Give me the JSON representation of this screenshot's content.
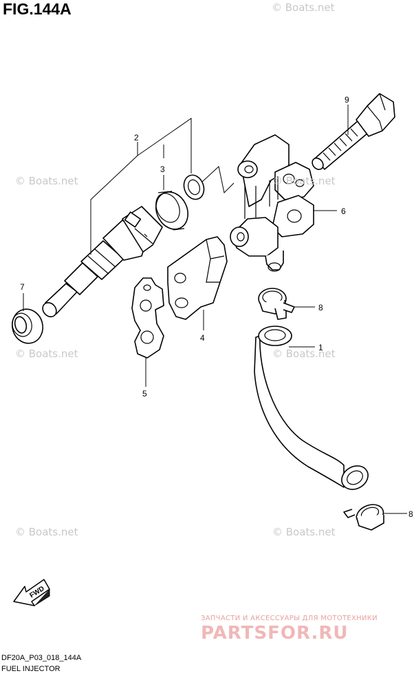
{
  "header": {
    "title": "FIG.144A"
  },
  "footer": {
    "code": "DF20A_P03_018_144A",
    "name": "FUEL INJECTOR"
  },
  "watermark": {
    "text": "© Boats.net"
  },
  "arrow": {
    "label": "FWD"
  },
  "shop": {
    "tagline": "ЗАПЧАСТИ И АКСЕССУАРЫ ДЛЯ МОТОТЕХНИКИ",
    "logo": "PARTSFOR.RU"
  },
  "callouts": [
    {
      "id": "part-1",
      "num": "1"
    },
    {
      "id": "part-2",
      "num": "2"
    },
    {
      "id": "part-3",
      "num": "3"
    },
    {
      "id": "part-4",
      "num": "4"
    },
    {
      "id": "part-5",
      "num": "5"
    },
    {
      "id": "part-6",
      "num": "6"
    },
    {
      "id": "part-7",
      "num": "7"
    },
    {
      "id": "part-8a",
      "num": "8"
    },
    {
      "id": "part-8b",
      "num": "8"
    },
    {
      "id": "part-9",
      "num": "9"
    }
  ]
}
